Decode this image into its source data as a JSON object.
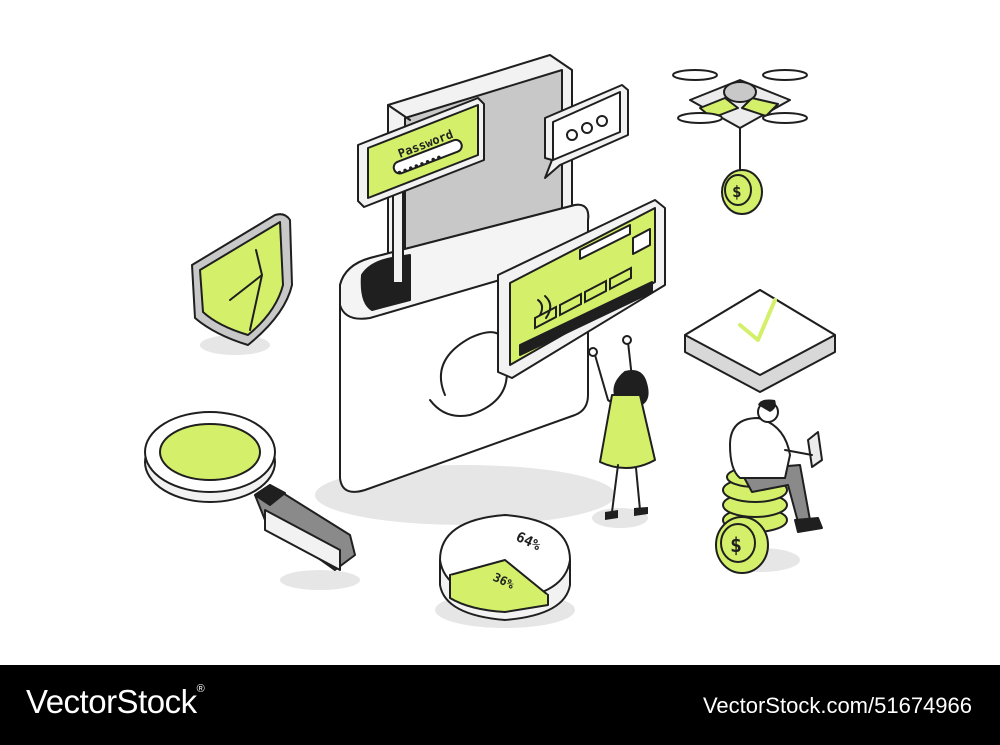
{
  "illustration": {
    "password_label": "Password",
    "password_mask": "••••••••",
    "chat_dots": "•••",
    "pie_large_label": "64%",
    "pie_small_label": "36%",
    "coin_symbol": "$"
  },
  "colors": {
    "accent_lime": "#d4f06b",
    "outline": "#1f1f1f",
    "light_gray": "#ececec",
    "mid_gray": "#c8c8c8",
    "dark_gray": "#8a8a8a",
    "footer_bg": "#000000"
  },
  "footer": {
    "brand": "VectorStock",
    "registered_mark": "®",
    "stock_id": "VectorStock.com/51674966"
  }
}
